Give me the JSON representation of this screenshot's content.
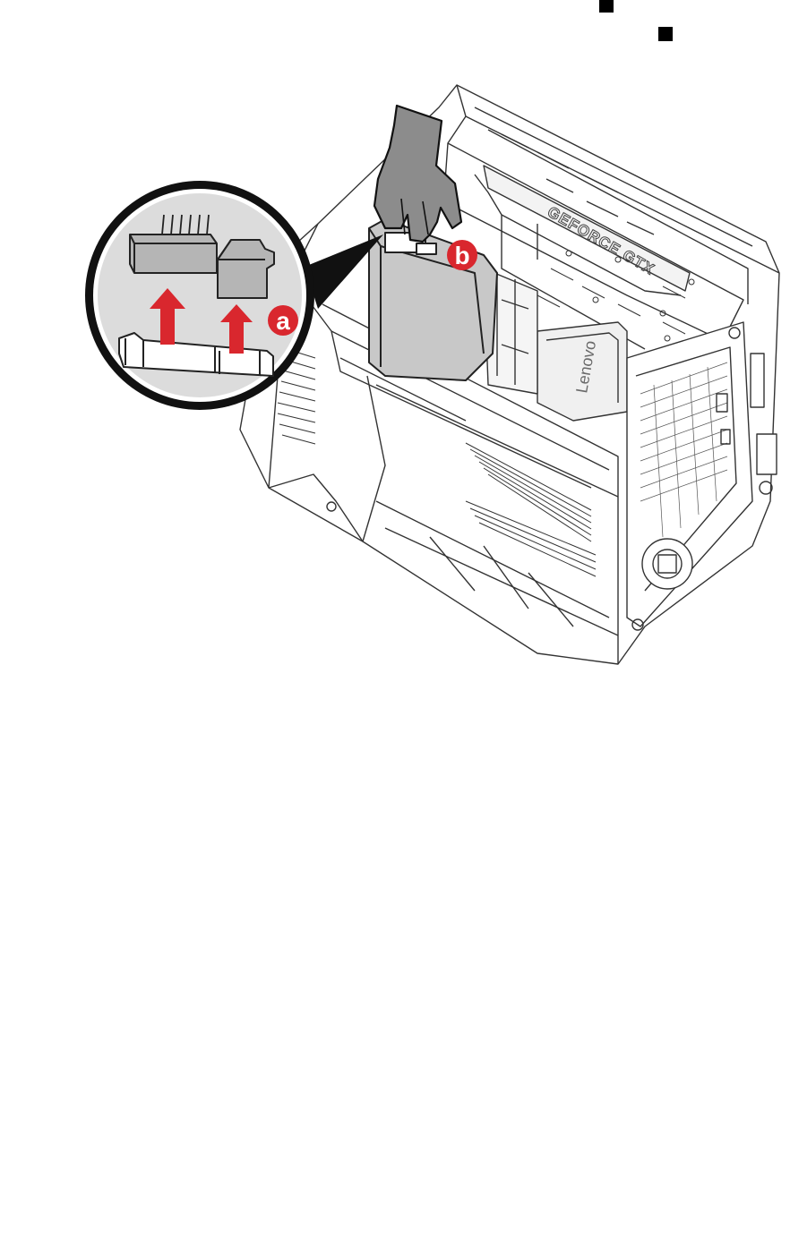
{
  "callouts": {
    "a": "a",
    "b": "b"
  },
  "brand_logo": "Lenovo",
  "gpu_label": "GEFORCE GTX",
  "colors": {
    "callout": "#d9272e",
    "arrow": "#d9272e",
    "drive": "#c8c8c8",
    "hand": "#8c8c8c",
    "outline": "#222222",
    "magnifier_ring": "#111111",
    "magnifier_bg": "#dcdcdc"
  },
  "icons": {
    "bullet_1": "square-bullet-icon",
    "bullet_2": "square-bullet-icon",
    "arrow": "up-arrow-icon"
  }
}
